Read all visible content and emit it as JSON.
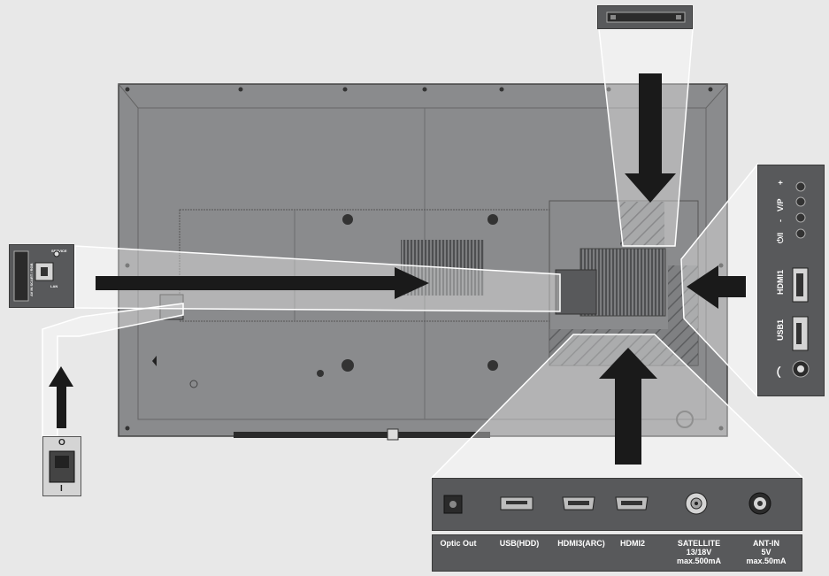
{
  "bottom_panel": {
    "connectors": [
      {
        "id": "optic-out",
        "label": "Optic Out"
      },
      {
        "id": "usb-hdd",
        "label": "USB(HDD)"
      },
      {
        "id": "hdmi3-arc",
        "label": "HDMI3(ARC)"
      },
      {
        "id": "hdmi2",
        "label": "HDMI2"
      },
      {
        "id": "satellite",
        "label": "SATELLITE\n13/18V\nmax.500mA"
      },
      {
        "id": "ant-in",
        "label": "ANT-IN\n5V\nmax.50mA"
      }
    ]
  },
  "side_panel": {
    "plus": "+",
    "vp": "V/P",
    "minus": "-",
    "power": "⏻/I",
    "hdmi1": "HDMI1",
    "usb1": "USB1",
    "headphone": "⌒"
  },
  "left_panel": {
    "scart": "AV IN  SCART / RGB",
    "lan": "LAN",
    "service": "SERVICE"
  },
  "power_switch": {
    "off": "O",
    "on": "I"
  },
  "colors": {
    "background": "#e8e8e8",
    "tv_body": "#8a8b8d",
    "panel": "#58595b",
    "arrow": "#1a1a1a"
  }
}
